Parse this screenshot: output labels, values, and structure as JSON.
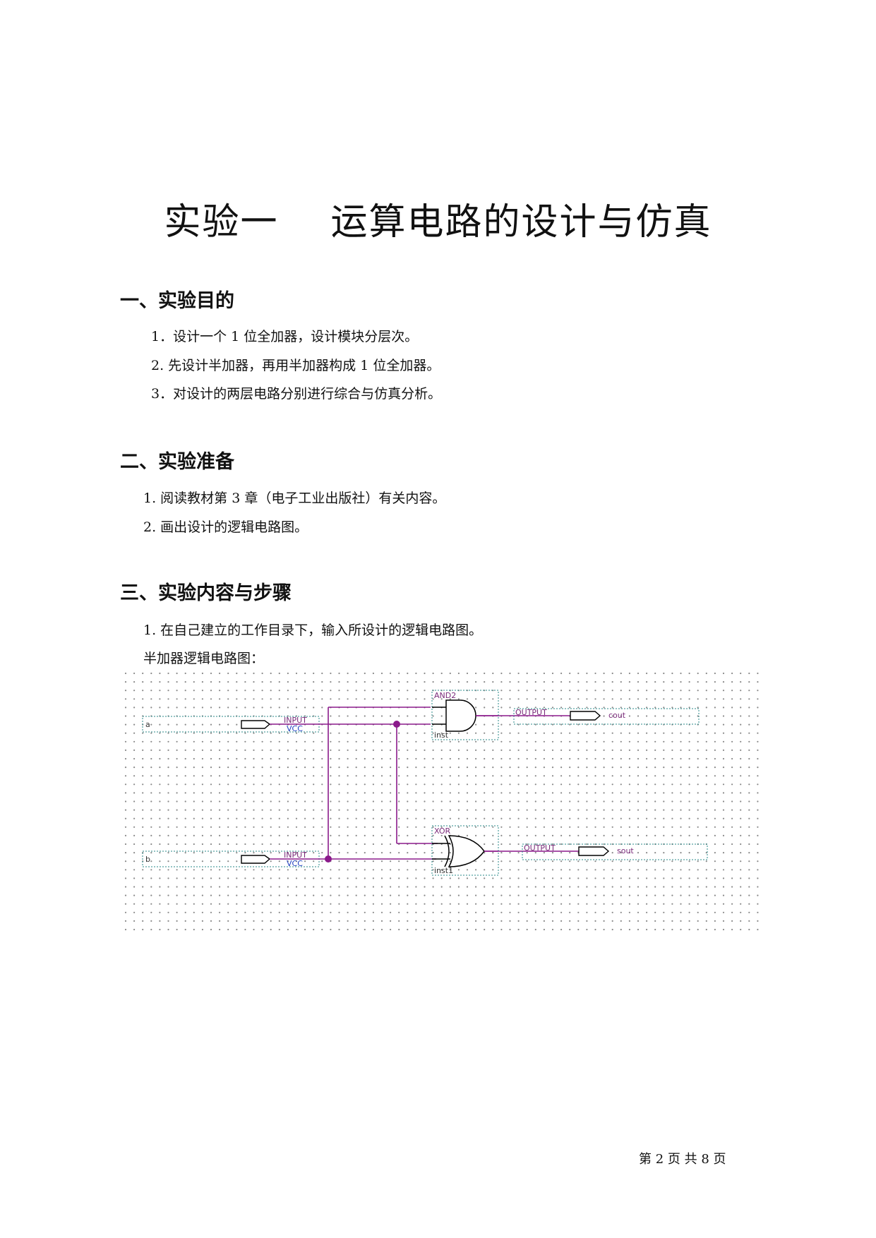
{
  "title": "实验一    运算电路的设计与仿真",
  "sections": [
    {
      "heading": "一、实验目的",
      "items": [
        "1．设计一个 1 位全加器，设计模块分层次。",
        "2.  先设计半加器，再用半加器构成 1 位全加器。",
        "3．对设计的两层电路分别进行综合与仿真分析。"
      ]
    },
    {
      "heading": "二、实验准备",
      "items": [
        "1.  阅读教材第 3 章（电子工业出版社）有关内容。",
        "2.  画出设计的逻辑电路图。"
      ]
    },
    {
      "heading": "三、实验内容与步骤",
      "items": [
        "1.  在自己建立的工作目录下，输入所设计的逻辑电路图。",
        "半加器逻辑电路图："
      ]
    }
  ],
  "schematic": {
    "input_a": "a",
    "input_b": "b",
    "input_tag": "INPUT",
    "vcc_tag": "VCC",
    "and_gate": "AND2",
    "and_inst": "inst",
    "xor_gate": "XOR",
    "xor_inst": "inst1",
    "output_tag": "OUTPUT",
    "output_cout": "cout",
    "output_sout": "sout",
    "wire_color": "#8b1a8b",
    "box_color": "#2a8a8a",
    "label_color": "#7a2a7a"
  },
  "footer": "第 2 页 共 8 页"
}
